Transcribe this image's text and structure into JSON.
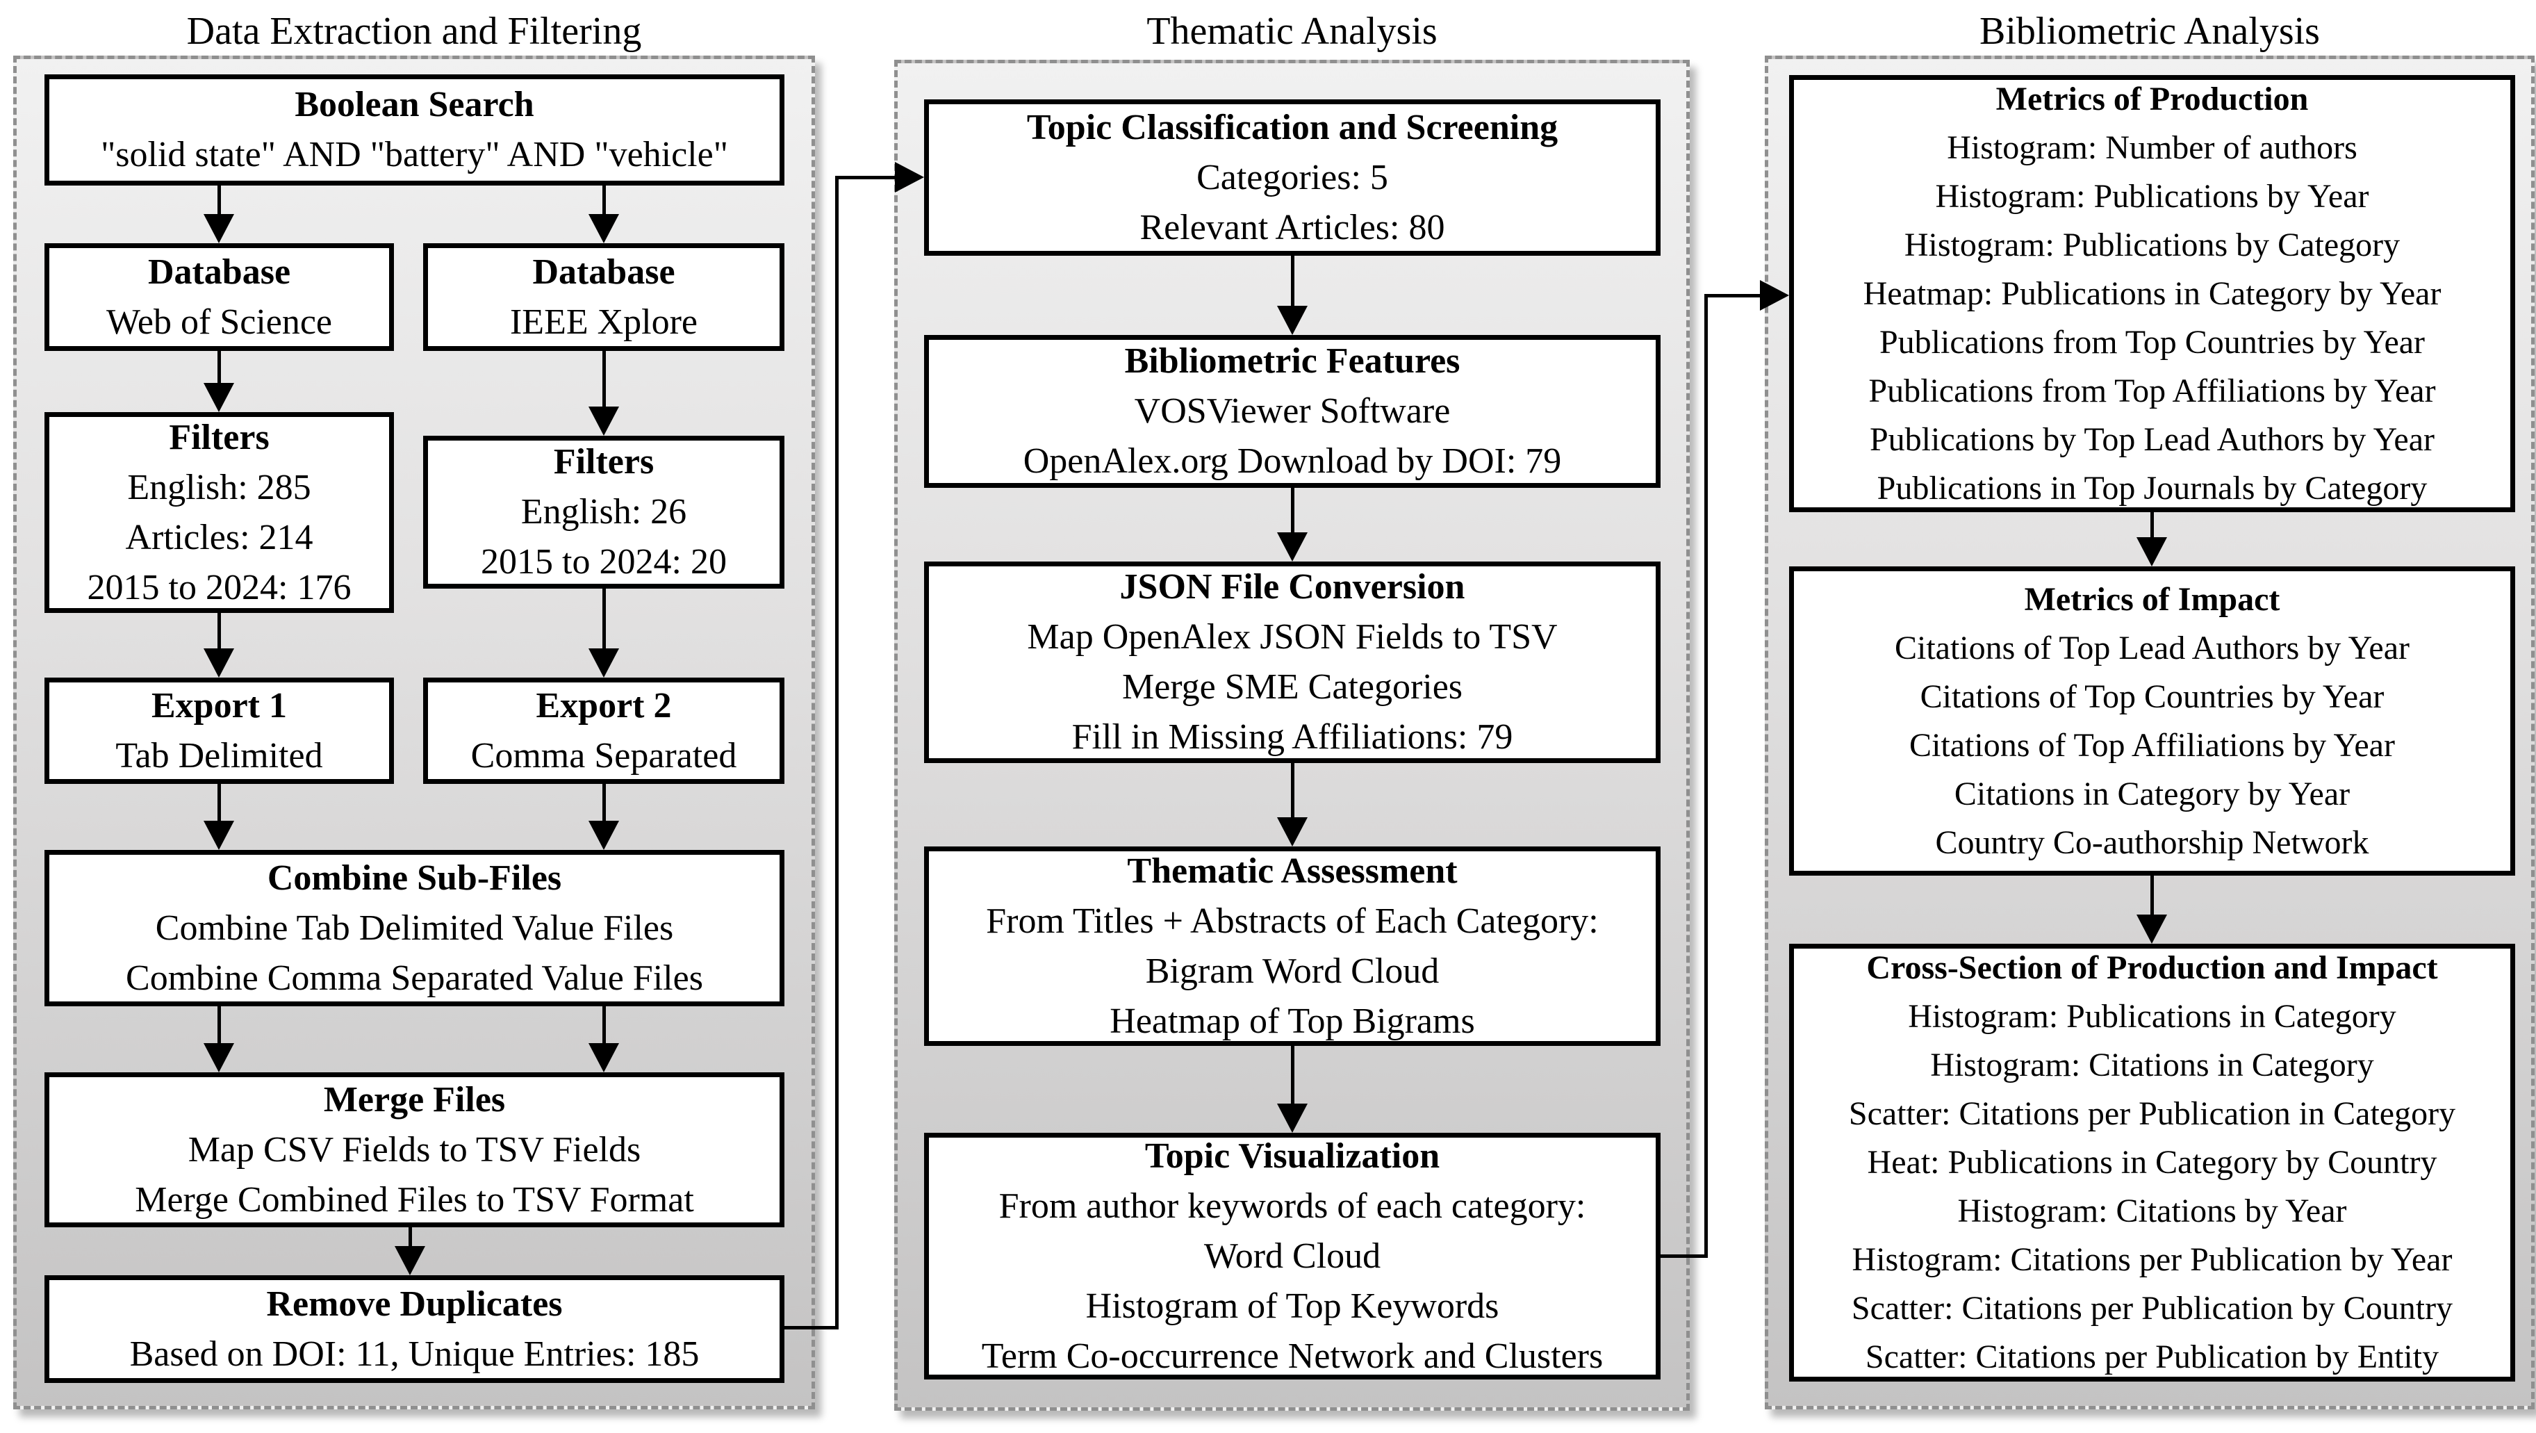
{
  "col1": {
    "title": "Data Extraction and Filtering",
    "boxes": [
      {
        "title": "Boolean Search",
        "lines": [
          "\"solid state\" AND \"battery\" AND \"vehicle\""
        ]
      },
      {
        "title": "Database",
        "lines": [
          "Web of Science"
        ]
      },
      {
        "title": "Database",
        "lines": [
          "IEEE Xplore"
        ]
      },
      {
        "title": "Filters",
        "lines": [
          "English: 285",
          "Articles: 214",
          "2015 to 2024: 176"
        ]
      },
      {
        "title": "Filters",
        "lines": [
          "English: 26",
          "2015 to 2024: 20"
        ]
      },
      {
        "title": "Export 1",
        "lines": [
          "Tab Delimited"
        ]
      },
      {
        "title": "Export 2",
        "lines": [
          "Comma Separated"
        ]
      },
      {
        "title": "Combine Sub-Files",
        "lines": [
          "Combine Tab Delimited Value Files",
          "Combine Comma Separated Value Files"
        ]
      },
      {
        "title": "Merge Files",
        "lines": [
          "Map CSV Fields to TSV Fields",
          "Merge Combined Files to TSV Format"
        ]
      },
      {
        "title": "Remove Duplicates",
        "lines": [
          "Based on DOI: 11, Unique Entries: 185"
        ]
      }
    ]
  },
  "col2": {
    "title": "Thematic Analysis",
    "boxes": [
      {
        "title": "Topic Classification and Screening",
        "lines": [
          "Categories: 5",
          "Relevant Articles: 80"
        ]
      },
      {
        "title": "Bibliometric Features",
        "lines": [
          "VOSViewer Software",
          "OpenAlex.org Download by DOI: 79"
        ]
      },
      {
        "title": "JSON File Conversion",
        "lines": [
          "Map OpenAlex JSON Fields to TSV",
          "Merge SME Categories",
          "Fill in Missing Affiliations: 79"
        ]
      },
      {
        "title": "Thematic Assessment",
        "lines": [
          "From Titles + Abstracts of Each Category:",
          "Bigram Word Cloud",
          "Heatmap of Top Bigrams"
        ]
      },
      {
        "title": "Topic Visualization",
        "lines": [
          "From author keywords of each category:",
          "Word Cloud",
          "Histogram of Top Keywords",
          "Term Co-occurrence Network and Clusters"
        ]
      }
    ]
  },
  "col3": {
    "title": "Bibliometric Analysis",
    "boxes": [
      {
        "title": "Metrics of Production",
        "lines": [
          "Histogram: Number of authors",
          "Histogram: Publications by Year",
          "Histogram: Publications by Category",
          "Heatmap: Publications in Category by Year",
          "Publications from Top Countries by Year",
          "Publications from Top Affiliations by Year",
          "Publications by Top Lead Authors by Year",
          "Publications in Top Journals by Category"
        ]
      },
      {
        "title": "Metrics of Impact",
        "lines": [
          "Citations of Top Lead Authors by Year",
          "Citations of Top Countries by Year",
          "Citations of Top Affiliations by Year",
          "Citations in Category by Year",
          "Country Co-authorship Network"
        ]
      },
      {
        "title": "Cross-Section of Production and Impact",
        "lines": [
          "Histogram: Publications in Category",
          "Histogram: Citations in Category",
          "Scatter: Citations per Publication in Category",
          "Heat: Publications in Category by Country",
          "Histogram: Citations by Year",
          "Histogram: Citations per Publication by Year",
          "Scatter: Citations per Publication by Country",
          "Scatter: Citations per Publication by Entity"
        ]
      }
    ]
  }
}
